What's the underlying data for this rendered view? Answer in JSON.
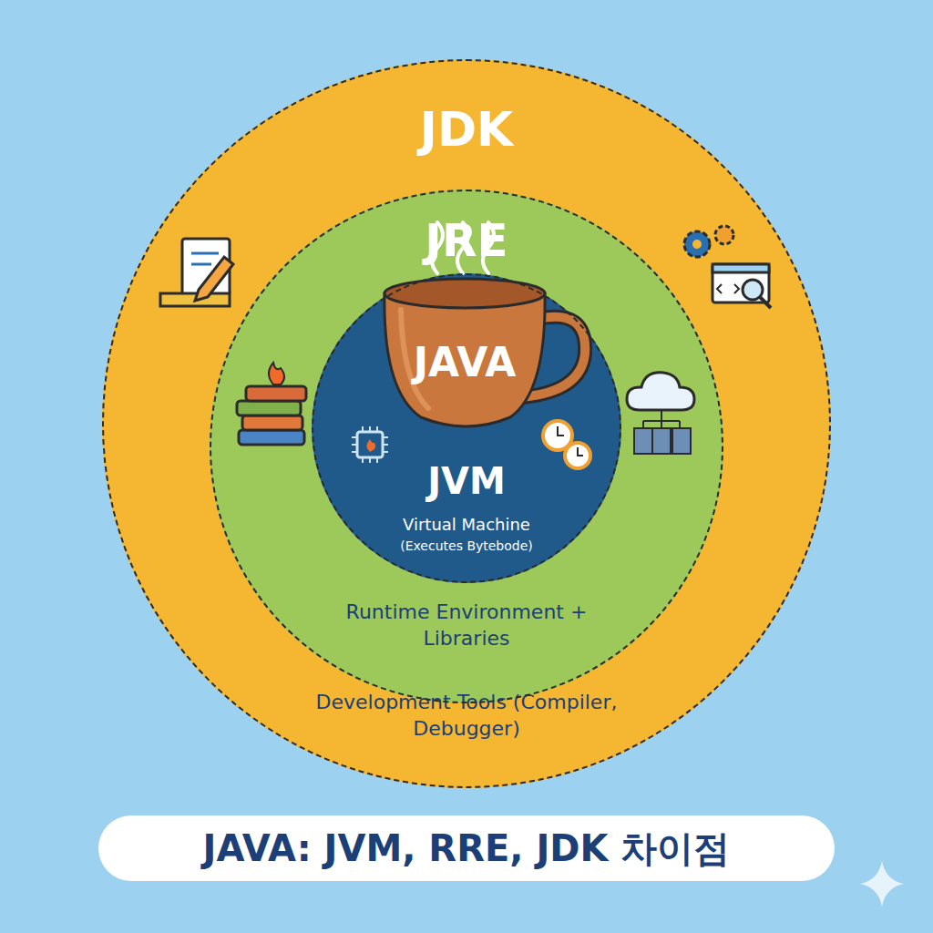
{
  "diagram": {
    "caption": "JAVA: JVM, RRE, JDK 차이점",
    "nodes": [
      {
        "text": [
          "JDK",
          "Development Tools (Compiler, Debugger)"
        ]
      },
      {
        "text": [
          "JRE",
          "Runtime Environment + Libraries"
        ],
        "in": 0
      },
      {
        "text": [
          "JVM",
          "Virtual Machine",
          "(Executes Bytebode)"
        ],
        "in": 1
      }
    ],
    "labels": [
      "JAVA"
    ]
  }
}
